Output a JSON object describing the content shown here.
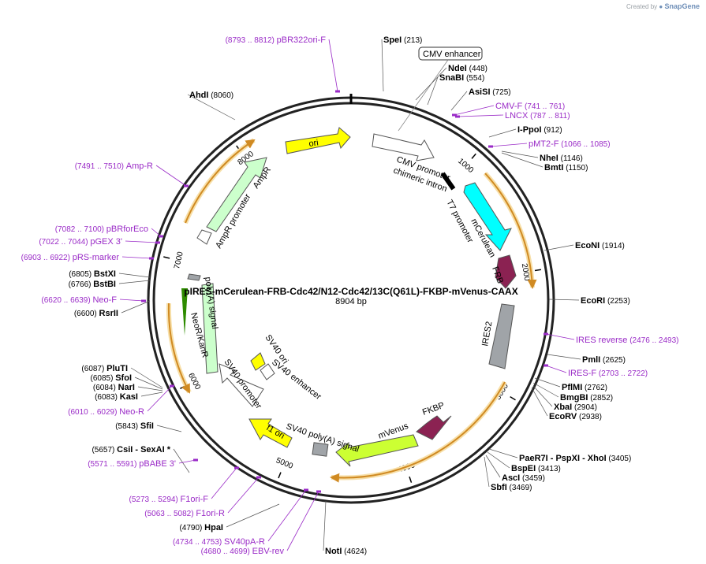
{
  "credit": {
    "prefix": "Created by",
    "brand": "SnapGene",
    "icon": "snapgene-logo-icon"
  },
  "title": "pIRES-mCerulean-FRB-Cdc42/N12-Cdc42/13C(Q61L)-FKBP-mVenus-CAAX",
  "length": "8904 bp",
  "total_bp": 8904,
  "ticks": [
    "1000",
    "2000",
    "3000",
    "4000",
    "5000",
    "6000",
    "7000",
    "8000"
  ],
  "sites": [
    {
      "name": "SpeI",
      "pos": "(213)"
    },
    {
      "name": "NdeI",
      "pos": "(448)"
    },
    {
      "name": "SnaBI",
      "pos": "(554)"
    },
    {
      "name": "AsiSI",
      "pos": "(725)"
    },
    {
      "name": "I-PpoI",
      "pos": "(912)"
    },
    {
      "name": "NheI",
      "pos": "(1146)"
    },
    {
      "name": "BmtI",
      "pos": "(1150)"
    },
    {
      "name": "EcoNI",
      "pos": "(1914)"
    },
    {
      "name": "EcoRI",
      "pos": "(2253)"
    },
    {
      "name": "PmlI",
      "pos": "(2625)"
    },
    {
      "name": "PflMI",
      "pos": "(2762)"
    },
    {
      "name": "BmgBI",
      "pos": "(2852)"
    },
    {
      "name": "XbaI",
      "pos": "(2904)"
    },
    {
      "name": "EcoRV",
      "pos": "(2938)"
    },
    {
      "name": "PaeR7I - PspXI - XhoI",
      "pos": "(3405)"
    },
    {
      "name": "BspEI",
      "pos": "(3413)"
    },
    {
      "name": "AscI",
      "pos": "(3459)"
    },
    {
      "name": "SbfI",
      "pos": "(3469)"
    },
    {
      "name": "NotI",
      "pos": "(4624)"
    },
    {
      "name": "HpaI",
      "pos": "(4790)"
    },
    {
      "name": "CsiI - SexAI *",
      "pos": "(5657)"
    },
    {
      "name": "SfiI",
      "pos": "(5843)"
    },
    {
      "name": "PluTI",
      "pos": "(6087)"
    },
    {
      "name": "SfoI",
      "pos": "(6085)"
    },
    {
      "name": "NarI",
      "pos": "(6084)"
    },
    {
      "name": "KasI",
      "pos": "(6083)"
    },
    {
      "name": "RsrII",
      "pos": "(6600)"
    },
    {
      "name": "BstXI",
      "pos": "(6805)"
    },
    {
      "name": "BstBI",
      "pos": "(6766)"
    },
    {
      "name": "AhdI",
      "pos": "(8060)"
    }
  ],
  "primers": [
    {
      "name": "pBR322ori-F",
      "pos": "(8793 .. 8812)"
    },
    {
      "name": "CMV-F",
      "pos": "(741 .. 761)"
    },
    {
      "name": "LNCX",
      "pos": "(787 .. 811)"
    },
    {
      "name": "pMT2-F",
      "pos": "(1066 .. 1085)"
    },
    {
      "name": "IRES reverse",
      "pos": "(2476 .. 2493)"
    },
    {
      "name": "IRES-F",
      "pos": "(2703 .. 2722)"
    },
    {
      "name": "Amp-R",
      "pos": "(7491 .. 7510)"
    },
    {
      "name": "pBRforEco",
      "pos": "(7082 .. 7100)"
    },
    {
      "name": "pGEX 3'",
      "pos": "(7022 .. 7044)"
    },
    {
      "name": "pRS-marker",
      "pos": "(6903 .. 6922)"
    },
    {
      "name": "Neo-F",
      "pos": "(6620 .. 6639)"
    },
    {
      "name": "Neo-R",
      "pos": "(6010 .. 6029)"
    },
    {
      "name": "pBABE 3'",
      "pos": "(5571 .. 5591)"
    },
    {
      "name": "F1ori-F",
      "pos": "(5273 .. 5294)"
    },
    {
      "name": "F1ori-R",
      "pos": "(5063 .. 5082)"
    },
    {
      "name": "SV40pA-R",
      "pos": "(4734 .. 4753)"
    },
    {
      "name": "EBV-rev",
      "pos": "(4680 .. 4699)"
    }
  ],
  "features": {
    "cmv_enhancer": "CMV enhancer",
    "cmv_promoter": "CMV promoter",
    "chimeric_intron": "chimeric intron",
    "t7_promoter": "T7 promoter",
    "mcerulean": "mCerulean",
    "frb": "FRB",
    "ires2": "IRES2",
    "fkbp": "FKBP",
    "mvenus": "mVenus",
    "sv40_polya_right": "SV40 poly(A) signal",
    "f1_ori": "f1 ori",
    "sv40_ori": "SV40 ori",
    "sv40_enhancer": "SV40 enhancer",
    "sv40_promoter": "SV40 promoter",
    "neokan": "NeoR/KanR",
    "hsv_polya": "poly(A) signal",
    "ampr": "AmpR",
    "ampr_promoter": "AmpR promoter",
    "ori": "ori"
  },
  "colors": {
    "primer": "#9a2bc7",
    "ori": "#ffff00",
    "cerulean": "#00ffff",
    "frb": "#8b2252",
    "mvenus": "#ccff33",
    "ampr": "#ccffcc",
    "orf": "#e8a030",
    "grey": "#a0a4a8"
  }
}
